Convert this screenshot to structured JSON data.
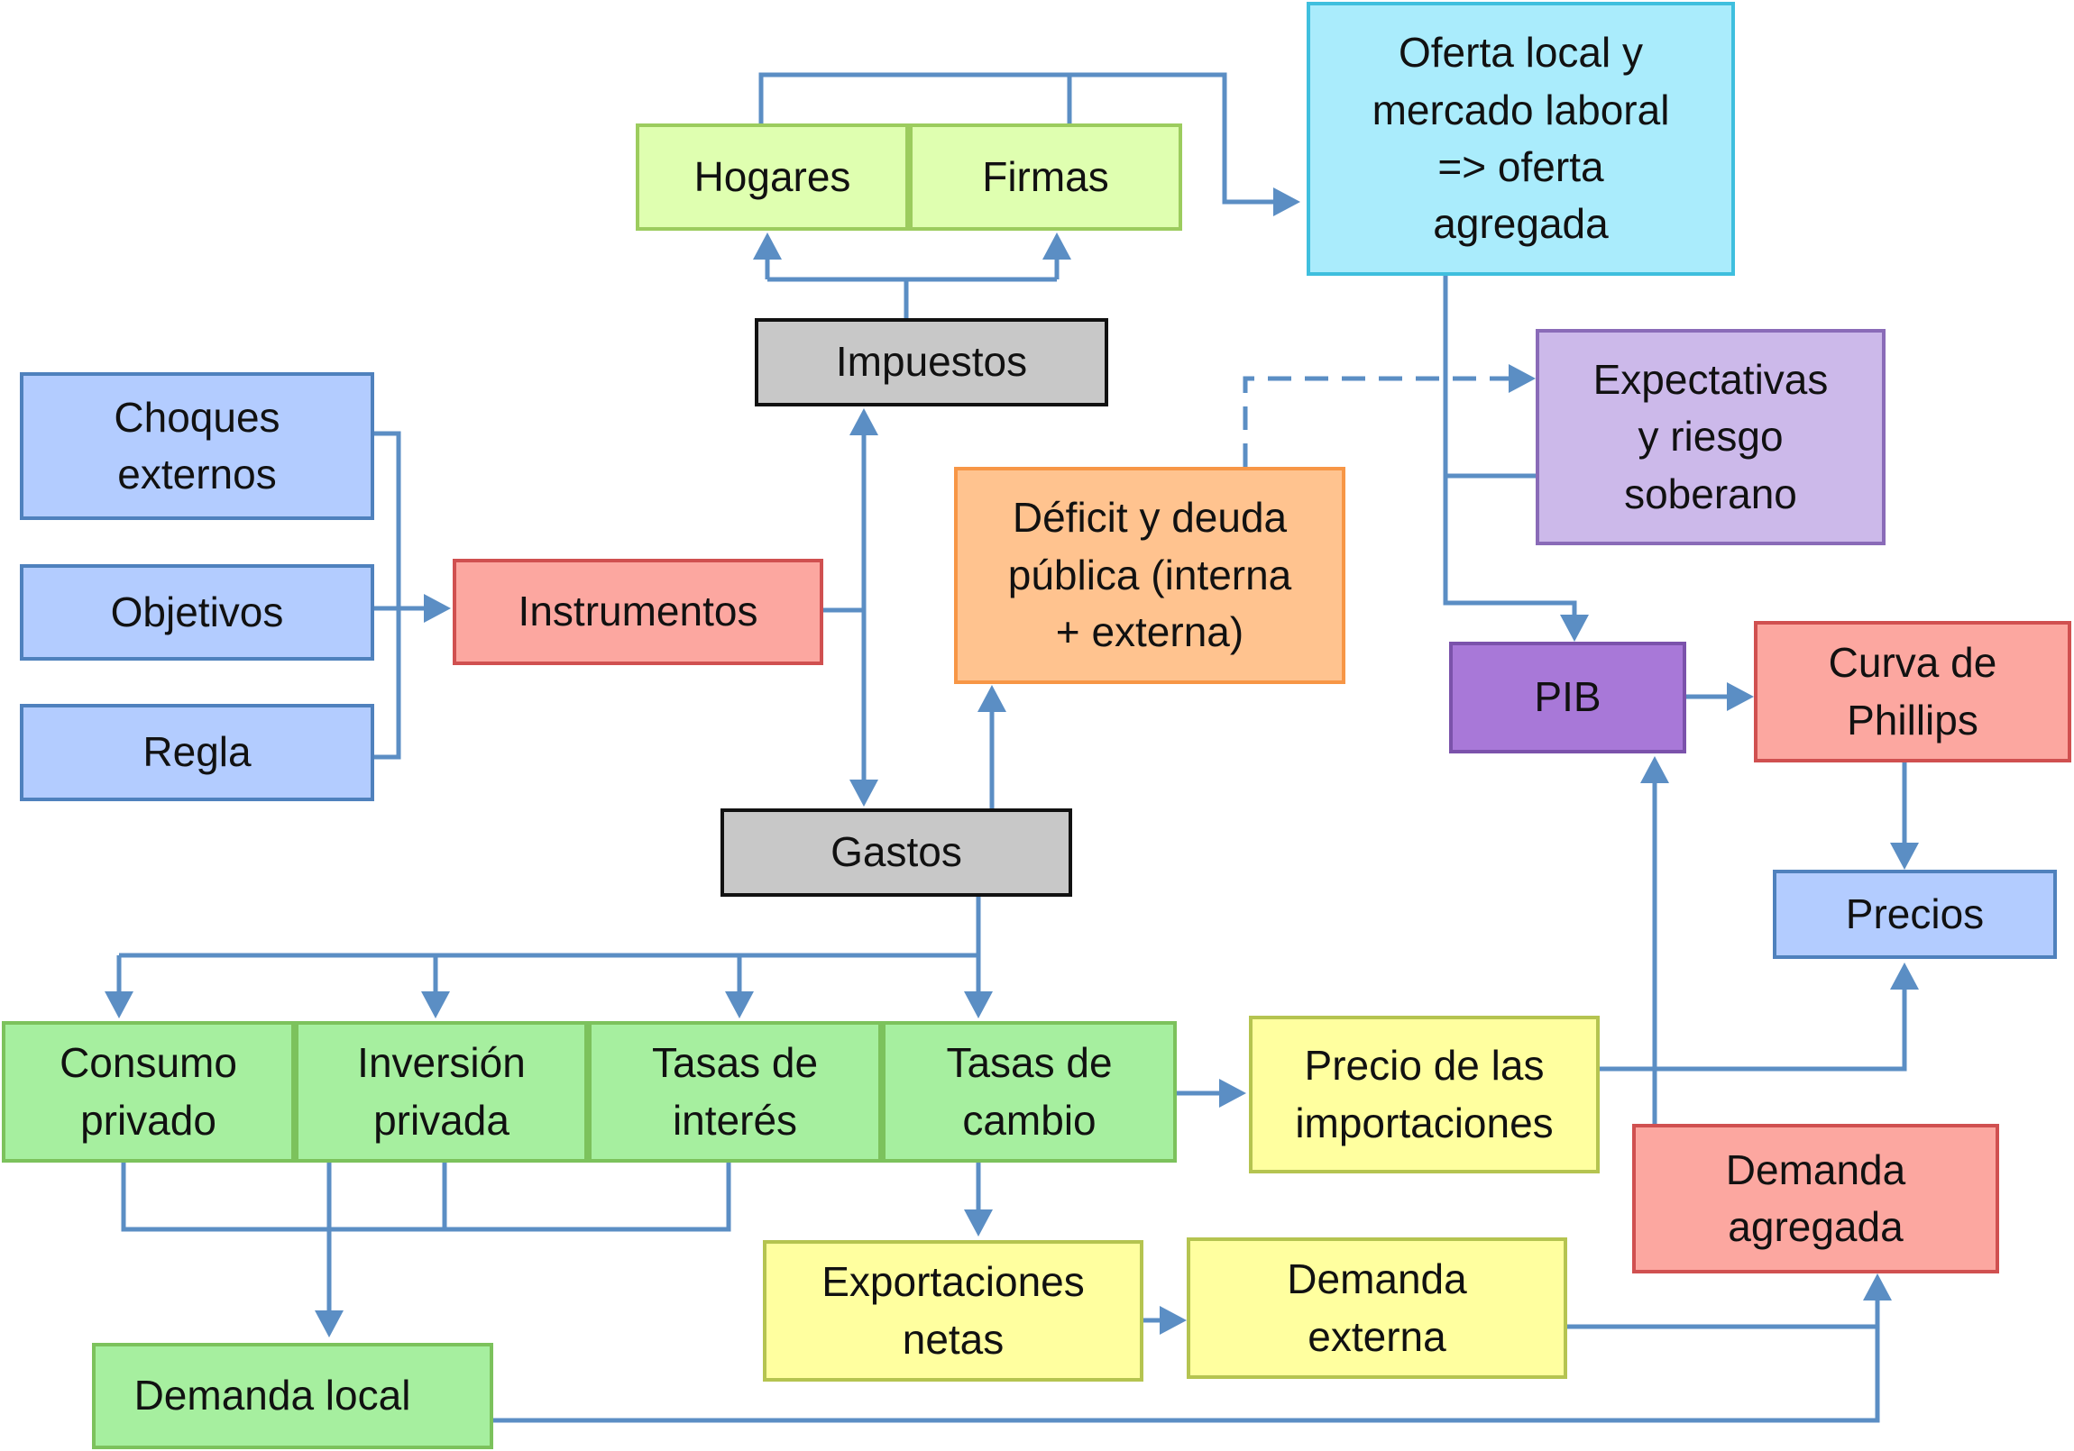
{
  "nodes": {
    "hogares": "Hogares",
    "firmas": "Firmas",
    "oferta": "Oferta local y\nmercado laboral\n=> oferta\nagregada",
    "impuestos": "Impuestos",
    "choques": "Choques\nexternos",
    "objetivos": "Objetivos",
    "regla": "Regla",
    "instrumentos": "Instrumentos",
    "deficit": "Déficit y deuda\npública (interna\n+ externa)",
    "expectativas": "Expectativas\ny riesgo\nsoberano",
    "pib": "PIB",
    "phillips": "Curva de\nPhillips",
    "gastos": "Gastos",
    "precios": "Precios",
    "consumo": "Consumo\nprivado",
    "inversion": "Inversión\nprivada",
    "tasas_interes": "Tasas de\ninterés",
    "tasas_cambio": "Tasas de\ncambio",
    "precio_import": "Precio de las\nimportaciones",
    "demanda_agregada": "Demanda\nagregada",
    "exportaciones": "Exportaciones\nnetas",
    "demanda_externa": "Demanda\nexterna",
    "demanda_local": "Demanda local"
  },
  "colors": {
    "connector": "#5b8ec4"
  }
}
